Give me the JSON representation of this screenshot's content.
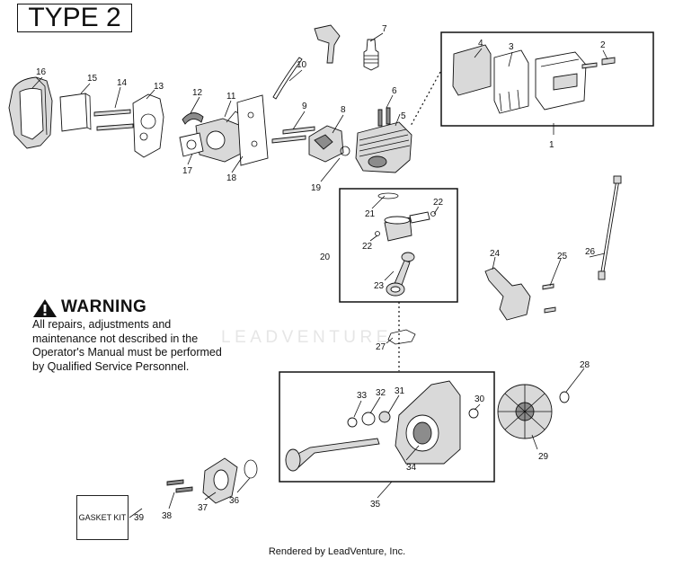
{
  "title": "TYPE 2",
  "warning": {
    "heading": "WARNING",
    "icon": "warning-triangle-icon",
    "body": "All repairs, adjustments and maintenance not described in the Operator's Manual must be performed by Qualified Service Personnel."
  },
  "gasket_kit": {
    "label": "GASKET KIT",
    "ref": "39"
  },
  "watermark": "LEADVENTURE",
  "footer": "Rendered by LeadVenture, Inc.",
  "callouts": [
    "1",
    "2",
    "3",
    "4",
    "5",
    "6",
    "7",
    "8",
    "9",
    "10",
    "11",
    "12",
    "13",
    "14",
    "15",
    "16",
    "17",
    "18",
    "19",
    "20",
    "21",
    "22",
    "22",
    "23",
    "24",
    "25",
    "26",
    "27",
    "28",
    "29",
    "30",
    "31",
    "32",
    "33",
    "34",
    "35",
    "36",
    "37",
    "38"
  ]
}
